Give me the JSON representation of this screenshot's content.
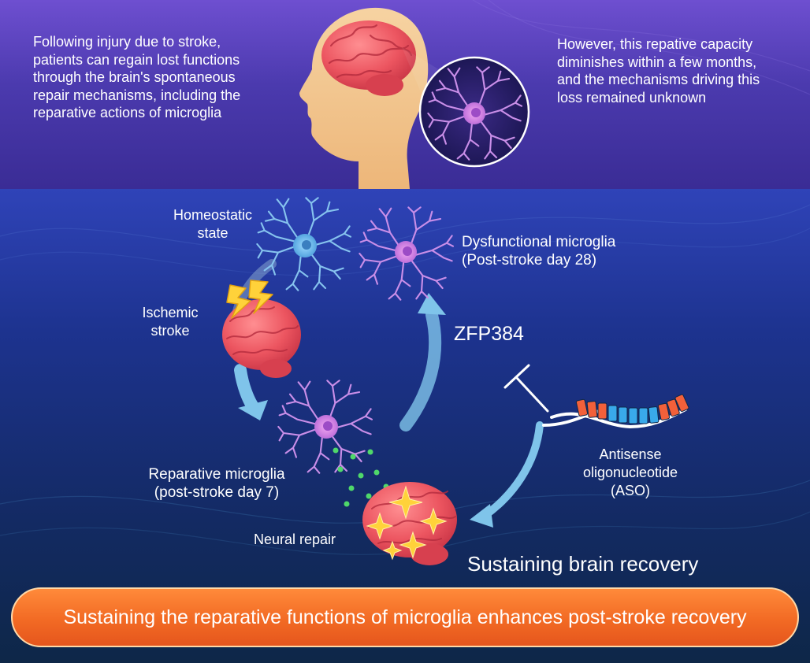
{
  "intro": {
    "left_lines": [
      "Following injury due to stroke,",
      "patients can regain lost functions",
      "through the brain's spontaneous",
      "repair mechanisms, including the",
      "reparative actions of microglia"
    ],
    "right_lines": [
      "However, this repative capacity",
      "diminishes within a few months,",
      "and the mechanisms driving this",
      "loss remained unknown"
    ]
  },
  "cycle": {
    "homeostatic": [
      "Homeostatic",
      "state"
    ],
    "ischemic": [
      "Ischemic",
      "stroke"
    ],
    "dysfunctional": [
      "Dysfunctional microglia",
      "(Post-stroke day 28)"
    ],
    "zfp": "ZFP384",
    "aso": [
      "Antisense",
      "oligonucleotide",
      "(ASO)"
    ],
    "reparative": [
      "Reparative microglia",
      "(post-stroke day 7)"
    ],
    "neural_repair": "Neural repair",
    "sustaining": "Sustaining brain recovery"
  },
  "banner": "Sustaining the reparative functions of microglia enhances post-stroke recovery",
  "colors": {
    "brain": "#ec5560",
    "head_skin": "#f2c38c",
    "homeostatic_cell": "#86c3ee",
    "microglia_cell": "#c98ee8",
    "arrow": "#7fc4ea",
    "aso_red": "#f2603a",
    "aso_blue": "#39a9ea",
    "banner": "#f26a24",
    "spark": "#ffd23a",
    "dot_green": "#4fd86a"
  }
}
